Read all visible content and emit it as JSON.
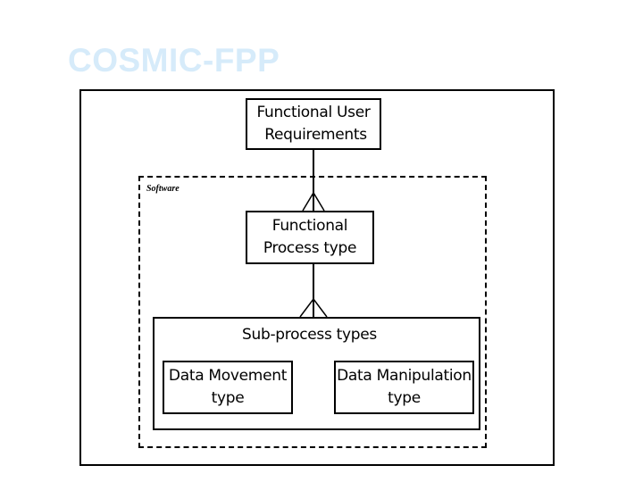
{
  "slide": {
    "title": "COSMIC-FPP"
  },
  "diagram": {
    "boundary_label": "Software",
    "boxes": {
      "functional_user_requirements": "Functional User\n Requirements",
      "functional_process_type": "Functional\nProcess type",
      "sub_process_types": "Sub-process types",
      "data_movement_type": "Data Movement\ntype",
      "data_manipulation_type": "Data Manipulation\ntype"
    }
  },
  "colors": {
    "title": "#d6ebfa",
    "lines": "#000000"
  }
}
